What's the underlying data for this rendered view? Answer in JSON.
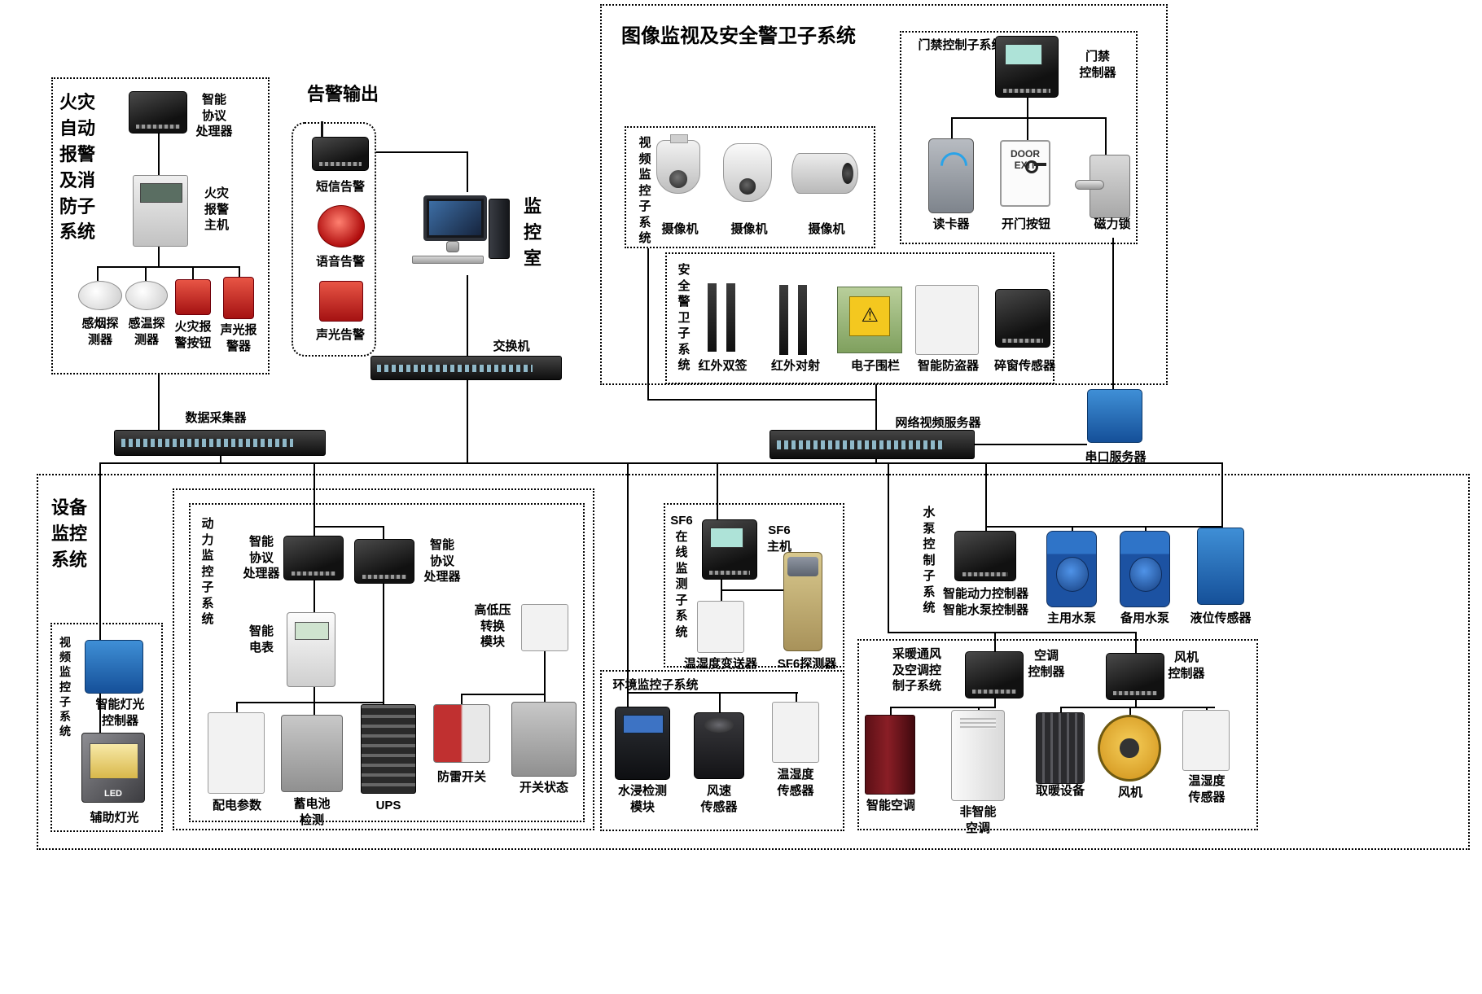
{
  "colors": {
    "line": "#000000",
    "device_blue": "#1c52a2",
    "alarm_red": "#b01212",
    "fence_yellow": "#f4c81f"
  },
  "fire": {
    "title": "火灾\n自动\n报警\n及消\n防子\n系统",
    "processor": "智能\n协议\n处理器",
    "host": "火灾\n报警\n主机",
    "smoke": "感烟探\n测器",
    "temp": "感温探\n测器",
    "button": "火灾报\n警按钮",
    "sounder": "声光报\n警器"
  },
  "alarm_output": {
    "title": "告警输出",
    "sms": "短信告警",
    "voice": "语音告警",
    "sound_light": "声光告警"
  },
  "control_room": "监\n控\n室",
  "lan_switch": "交换机",
  "data_collector": "数据采集器",
  "surveillance": {
    "title": "图像监视及安全警卫子系统",
    "video_title": "视\n频\n监\n控\n子\n系\n统",
    "camera1": "摄像机",
    "camera2": "摄像机",
    "camera3": "摄像机",
    "access_title": "门禁控制子系统",
    "access_controller": "门禁\n控制器",
    "card_reader": "读卡器",
    "door_button": "开门按钮",
    "door_word": "DOOR",
    "exit_word": "EXIT",
    "magnetic_lock": "磁力锁",
    "security_title": "安\n全\n警\n卫\n子\n系\n统",
    "ir_dual": "红外双签",
    "ir_beam": "红外对射",
    "efence": "电子围栏",
    "burglar": "智能防盗器",
    "window_sensor": "碎窗传感器"
  },
  "nvs": "网络视频服务器",
  "serial_server": "串口服务器",
  "equipment": {
    "title": "设备\n监控\n系统",
    "video_sub_title": "视\n频\n监\n控\n子\n系\n统",
    "light_controller": "智能灯光\n控制器",
    "aux_light": "辅助灯光",
    "led_word": "LED",
    "power_title": "动\n力\n监\n控\n子\n系\n统",
    "proc1": "智能\n协议\n处理器",
    "proc2": "智能\n协议\n处理器",
    "meter": "智能\n电表",
    "hvlv": "高低压\n转换\n模块",
    "dist_params": "配电参数",
    "battery": "蓄电池\n检测",
    "ups": "UPS",
    "lightning": "防雷开关",
    "switch_status": "开关状态",
    "sf6_title": "SF6\n在\n线\n监\n测\n子\n系\n统",
    "sf6_host": "SF6\n主机",
    "th_transmitter": "温湿度变送器",
    "sf6_detector": "SF6探测器",
    "env_title": "环境监控子系统",
    "water_module": "水浸检测\n模块",
    "wind_sensor": "风速\n传感器",
    "th_sensor_env": "温湿度\n传感器",
    "pump_title": "水\n泵\n控\n制\n子\n系\n统",
    "pump_controller": "智能动力控制器\n智能水泵控制器",
    "main_pump": "主用水泵",
    "backup_pump": "备用水泵",
    "level_sensor": "液位传感器",
    "hvac_title": "采暖通风\n及空调控\n制子系统",
    "ac_controller": "空调\n控制器",
    "fan_controller": "风机\n控制器",
    "smart_ac": "智能空调",
    "plain_ac": "非智能\n空调",
    "heater": "取暖设备",
    "fan": "风机",
    "th_sensor_hvac": "温湿度\n传感器"
  }
}
